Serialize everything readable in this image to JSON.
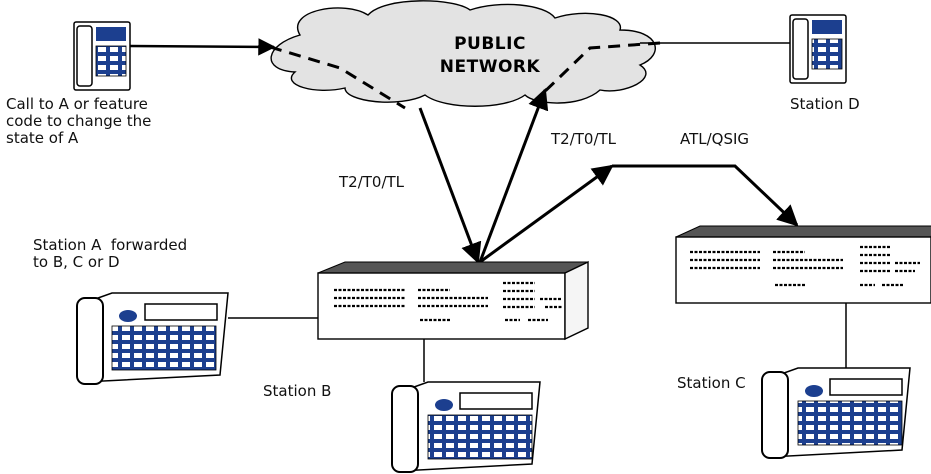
{
  "network": {
    "title_line1": "PUBLIC",
    "title_line2": "NETWORK"
  },
  "labels": {
    "caller_note": [
      "Call to A or feature",
      "code to change the",
      "state of A"
    ],
    "station_d": "Station D",
    "link_left": "T2/T0/TL",
    "link_mid": "T2/T0/TL",
    "link_qsig": "ATL/QSIG",
    "station_a": [
      "Station A  forwarded",
      "to B, C or D"
    ],
    "station_b": "Station B",
    "station_c": "Station C"
  },
  "colors": {
    "cloud_fill": "#e3e3e3",
    "desk_fill": "#ffffff",
    "desk_top": "#444444",
    "phone_body": "#ffffff",
    "phone_keys": "#1c3f8f",
    "line": "#000000"
  }
}
